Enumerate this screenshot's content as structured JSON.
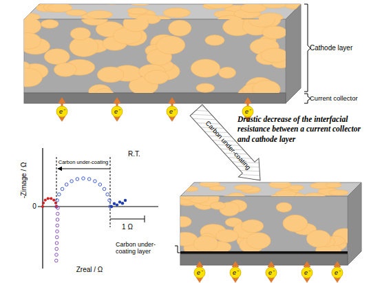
{
  "diagram": {
    "labels": [
      "Cathode layer",
      "Current collector",
      "e⁻",
      "e⁻",
      "e⁻",
      "e⁻",
      "Drastic decrease of the interfacial resistance between a current collector and cathode layer",
      "Carbon under-coating",
      "R.T.",
      "Carbon under-coating",
      "0",
      "1 Ω",
      "-Zimage / Ω",
      "Zreal / Ω",
      "Carbon under-coating layer",
      "e⁻",
      "e⁻",
      "e⁻",
      "e⁻",
      "e⁻"
    ]
  }
}
